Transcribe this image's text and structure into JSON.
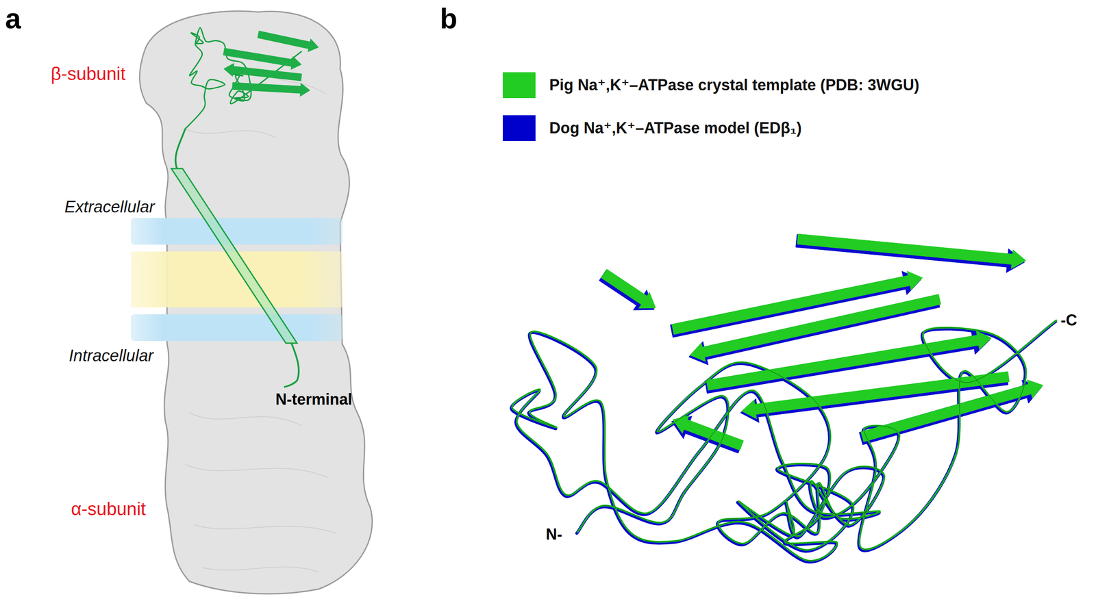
{
  "diagram": {
    "labels": [
      "a",
      "β-subunit",
      "Extracellular",
      "Intracellular",
      "N-terminal",
      "α-subunit",
      "b",
      "N-",
      "-C"
    ],
    "legend": [
      {
        "text": "Pig Na⁺,K⁺–ATPase crystal template (PDB: 3WGU)",
        "color": "#22cc22"
      },
      {
        "text": "Dog Na⁺,K⁺–ATPase model (EDβ₁)",
        "color": "#0000cc"
      }
    ]
  }
}
